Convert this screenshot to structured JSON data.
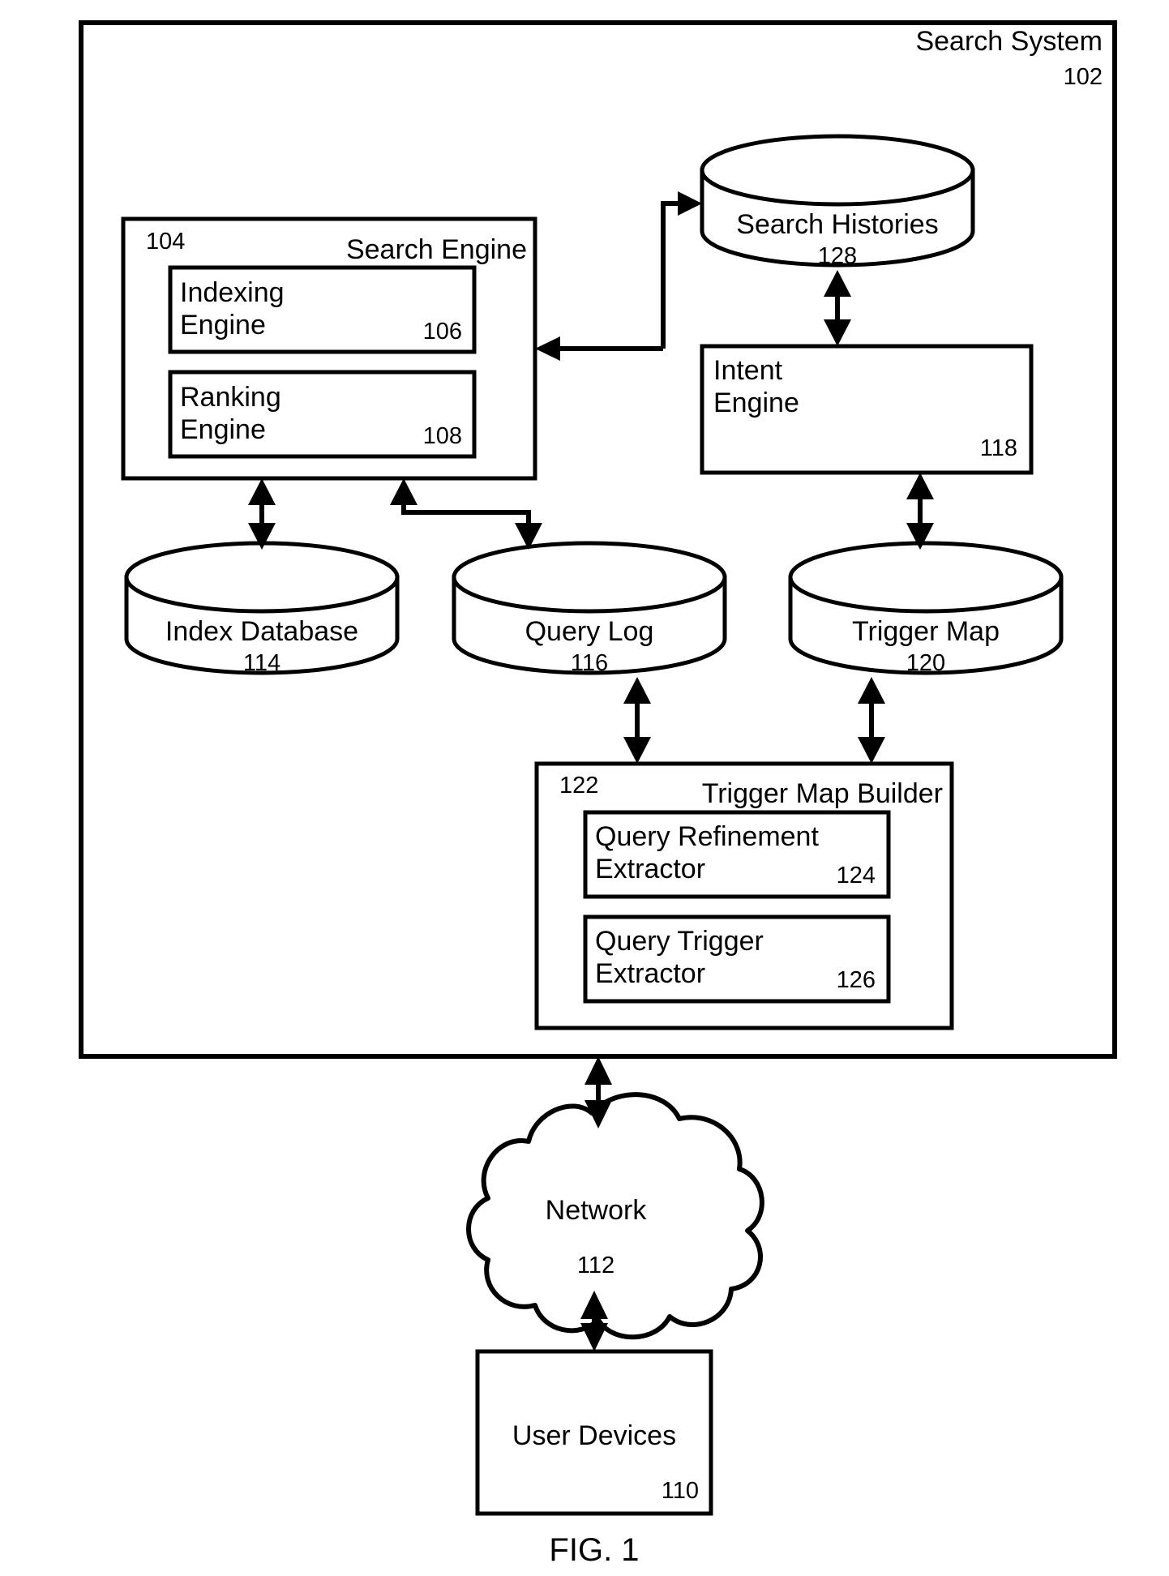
{
  "figure": {
    "caption": "FIG. 1",
    "system": {
      "label": "Search System",
      "ref": "102"
    }
  },
  "blocks": {
    "search_engine": {
      "label": "Search Engine",
      "ref": "104",
      "children": {
        "indexing_engine": {
          "line1": "Indexing",
          "line2": "Engine",
          "ref": "106"
        },
        "ranking_engine": {
          "line1": "Ranking",
          "line2": "Engine",
          "ref": "108"
        }
      }
    },
    "intent_engine": {
      "line1": "Intent",
      "line2": "Engine",
      "ref": "118"
    },
    "trigger_map_builder": {
      "label": "Trigger Map Builder",
      "ref": "122",
      "children": {
        "query_refinement_extractor": {
          "line1": "Query Refinement",
          "line2": "Extractor",
          "ref": "124"
        },
        "query_trigger_extractor": {
          "line1": "Query Trigger",
          "line2": "Extractor",
          "ref": "126"
        }
      }
    },
    "user_devices": {
      "label": "User Devices",
      "ref": "110"
    }
  },
  "datastores": {
    "search_histories": {
      "label": "Search Histories",
      "ref": "128"
    },
    "index_database": {
      "label": "Index Database",
      "ref": "114"
    },
    "query_log": {
      "label": "Query Log",
      "ref": "116"
    },
    "trigger_map": {
      "label": "Trigger Map",
      "ref": "120"
    }
  },
  "network": {
    "label": "Network",
    "ref": "112"
  },
  "colors": {
    "stroke": "#000000",
    "background": "#ffffff"
  },
  "chart_data": {
    "type": "diagram",
    "title": "FIG. 1",
    "nodes": [
      {
        "id": "102",
        "name": "Search System",
        "kind": "container"
      },
      {
        "id": "104",
        "name": "Search Engine",
        "kind": "box",
        "parent": "102"
      },
      {
        "id": "106",
        "name": "Indexing Engine",
        "kind": "box",
        "parent": "104"
      },
      {
        "id": "108",
        "name": "Ranking Engine",
        "kind": "box",
        "parent": "104"
      },
      {
        "id": "128",
        "name": "Search Histories",
        "kind": "datastore",
        "parent": "102"
      },
      {
        "id": "118",
        "name": "Intent Engine",
        "kind": "box",
        "parent": "102"
      },
      {
        "id": "114",
        "name": "Index Database",
        "kind": "datastore",
        "parent": "102"
      },
      {
        "id": "116",
        "name": "Query Log",
        "kind": "datastore",
        "parent": "102"
      },
      {
        "id": "120",
        "name": "Trigger Map",
        "kind": "datastore",
        "parent": "102"
      },
      {
        "id": "122",
        "name": "Trigger Map Builder",
        "kind": "box",
        "parent": "102"
      },
      {
        "id": "124",
        "name": "Query Refinement Extractor",
        "kind": "box",
        "parent": "122"
      },
      {
        "id": "126",
        "name": "Query Trigger Extractor",
        "kind": "box",
        "parent": "122"
      },
      {
        "id": "112",
        "name": "Network",
        "kind": "cloud"
      },
      {
        "id": "110",
        "name": "User Devices",
        "kind": "box"
      }
    ],
    "edges": [
      {
        "from": "104",
        "to": "128",
        "direction": "one-way",
        "note": "elbow up-right into Search Histories"
      },
      {
        "from": "128",
        "to": "104",
        "direction": "one-way",
        "note": "elbow down-left into Search Engine"
      },
      {
        "from": "128",
        "to": "118",
        "direction": "two-way"
      },
      {
        "from": "104",
        "to": "114",
        "direction": "two-way"
      },
      {
        "from": "104",
        "to": "116",
        "direction": "two-way",
        "note": "elbow"
      },
      {
        "from": "118",
        "to": "120",
        "direction": "two-way"
      },
      {
        "from": "116",
        "to": "122",
        "direction": "two-way"
      },
      {
        "from": "120",
        "to": "122",
        "direction": "two-way"
      },
      {
        "from": "102",
        "to": "112",
        "direction": "two-way"
      },
      {
        "from": "112",
        "to": "110",
        "direction": "two-way"
      }
    ]
  }
}
